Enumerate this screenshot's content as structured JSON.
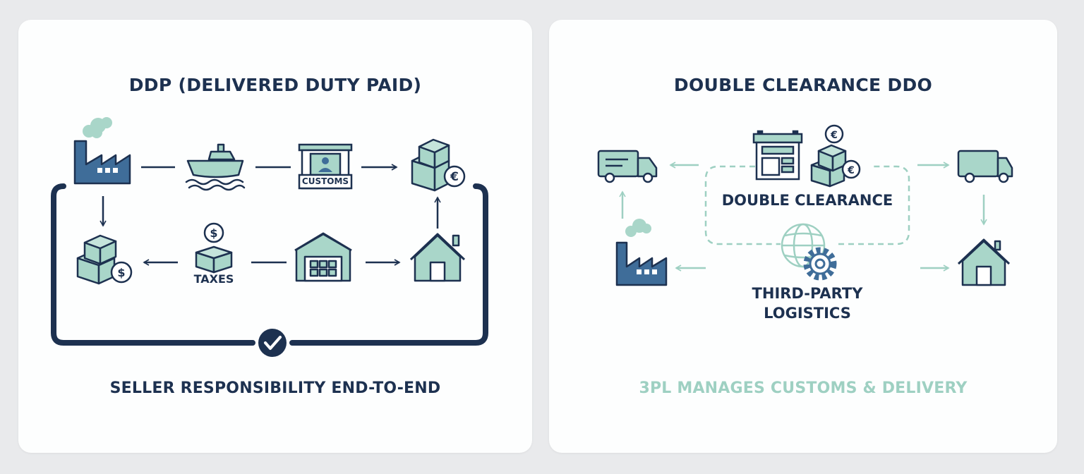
{
  "left_panel": {
    "title": "DDP (DELIVERED DUTY PAID)",
    "customs_label": "CUSTOMS",
    "taxes_label": "TAXES",
    "caption": "SELLER RESPONSIBILITY END-TO-END"
  },
  "right_panel": {
    "title": "DOUBLE CLEARANCE DDO",
    "center_label": "DOUBLE CLEARANCE",
    "third_party_line1": "THIRD-PARTY",
    "third_party_line2": "LOGISTICS",
    "caption": "3PL MANAGES CUSTOMS & DELIVERY"
  },
  "icons": {
    "left": [
      "factory-icon",
      "ship-icon",
      "customs-booth-icon",
      "boxes-euro-icon",
      "boxes-dollar-icon",
      "taxes-dollar-box-icon",
      "warehouse-icon",
      "house-icon",
      "checkmark-icon"
    ],
    "right": [
      "truck-icon",
      "clearance-office-icon",
      "boxes-euro-icon",
      "globe-icon",
      "gear-icon",
      "factory-icon",
      "house-icon"
    ]
  },
  "colors": {
    "navy": "#1d3150",
    "blue_fill": "#3f6d99",
    "mint": "#9ed0c2",
    "mint_fill": "#a9d6c9"
  }
}
